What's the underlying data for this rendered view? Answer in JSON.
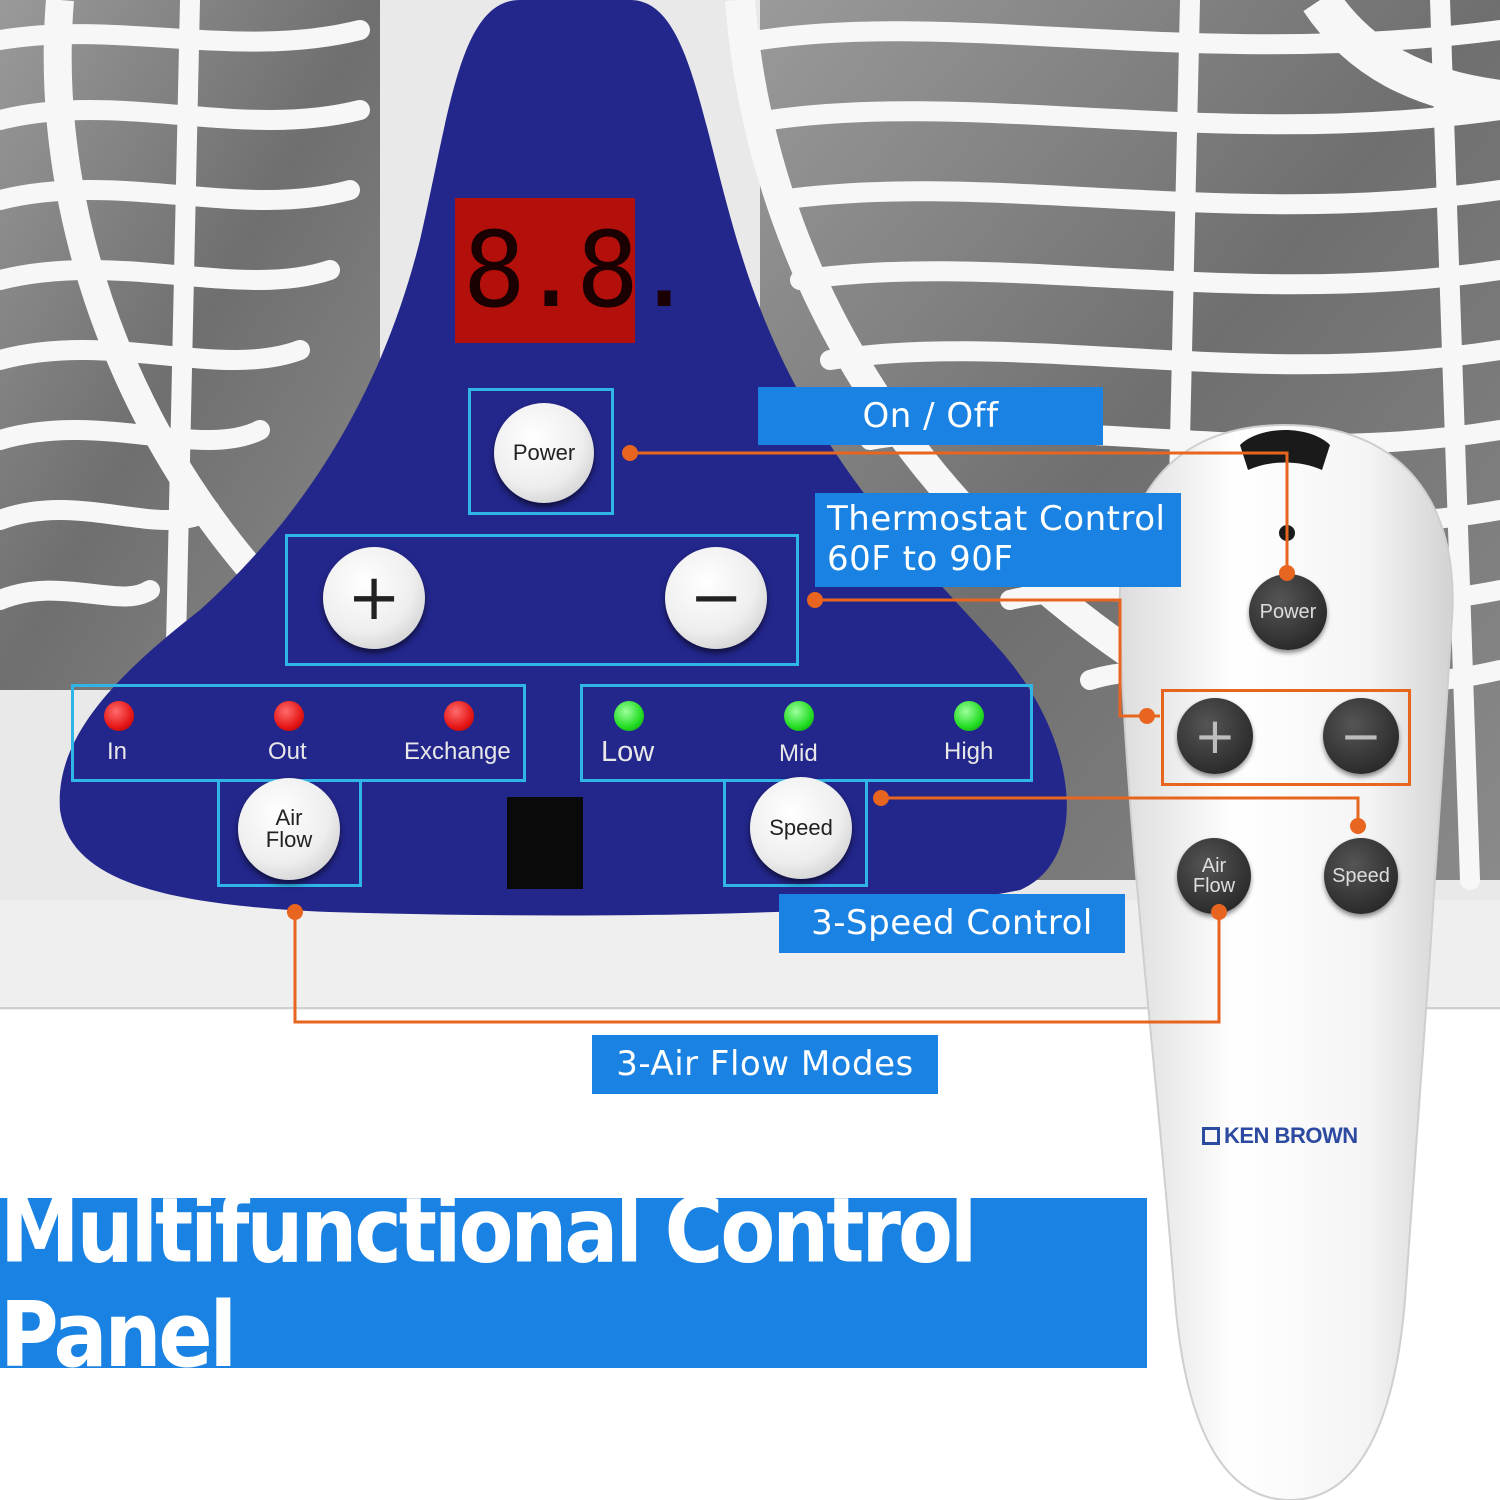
{
  "display": {
    "digits": "8.8."
  },
  "panel": {
    "power": "Power",
    "plus": "+",
    "minus": "−",
    "airflow_button": "Air\nFlow",
    "speed_button": "Speed",
    "mode_leds": [
      {
        "label": "In",
        "color": "#e51616"
      },
      {
        "label": "Out",
        "color": "#e51616"
      },
      {
        "label": "Exchange",
        "color": "#e51616"
      }
    ],
    "speed_leds": [
      {
        "label": "Low",
        "color": "#22dd22"
      },
      {
        "label": "Mid",
        "color": "#22dd22"
      },
      {
        "label": "High",
        "color": "#22dd22"
      }
    ]
  },
  "remote": {
    "power": "Power",
    "plus": "+",
    "minus": "−",
    "airflow_button": "Air\nFlow",
    "speed_button": "Speed",
    "brand": "KEN BROWN"
  },
  "callouts": {
    "on_off": "On / Off",
    "thermostat_line1": "Thermostat Control",
    "thermostat_line2": "60F to 90F",
    "speed": "3-Speed Control",
    "airflow": "3-Air Flow Modes"
  },
  "banner": {
    "title": "Multifunctional Control Panel"
  },
  "colors": {
    "panel": "#23268a",
    "callout": "#1a82e2",
    "highlight": "#2fb6e6",
    "connector": "#e8651f",
    "display_bg": "#b3100c",
    "display_digits": "#1a0000"
  }
}
